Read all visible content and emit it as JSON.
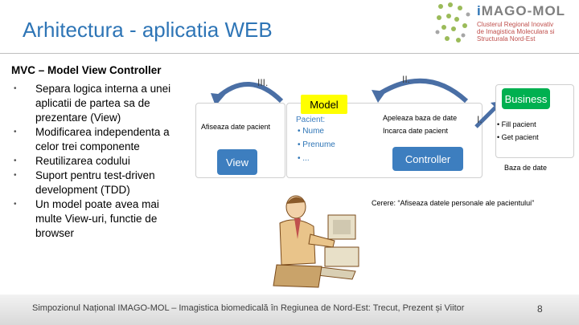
{
  "title": "Arhitectura  - aplicatia WEB",
  "logo": {
    "name_prefix": "i",
    "name_main": "MAGO-MOL",
    "lines": [
      "Clusterul Regional Inovativ",
      "de Imagistica Moleculara si",
      "Structurala Nord-Est"
    ]
  },
  "left": {
    "heading": "MVC – Model View Controller",
    "bullets": [
      "Separa logica interna a unei aplicatii de partea sa de prezentare (View)",
      "Modificarea independenta a celor trei componente",
      "Reutilizarea codului",
      "Suport pentru test-driven development (TDD)",
      "Un model poate avea mai multe View-uri, functie de browser"
    ]
  },
  "diagram": {
    "arrow_labels": [
      "III.",
      "II.",
      "I."
    ],
    "view_label": "View",
    "view_note": "Afiseaza date pacient",
    "model_label": "Model",
    "model_header": "Pacient:",
    "model_items": [
      "Nume",
      "Prenume",
      "..."
    ],
    "controller_note_1": "Apeleaza baza de date",
    "controller_note_2": "Incarca date pacient",
    "controller_label": "Controller",
    "business_label": "Business",
    "business_items": [
      "Fill pacient",
      "Get pacient"
    ],
    "db_note": "Baza de date",
    "request": "Cerere: “Afiseaza datele personale ale pacientului”"
  },
  "footer": {
    "text": "Simpozionul Național IMAGO-MOL – Imagistica biomedicală în Regiunea de Nord-Est: Trecut, Prezent și Viitor",
    "page": "8"
  },
  "colors": {
    "title": "#2e75b6",
    "box_blue": "#3d7ebf",
    "model_yellow": "#ffff00",
    "business_green": "#00b050",
    "logo_red": "#c0504d"
  }
}
